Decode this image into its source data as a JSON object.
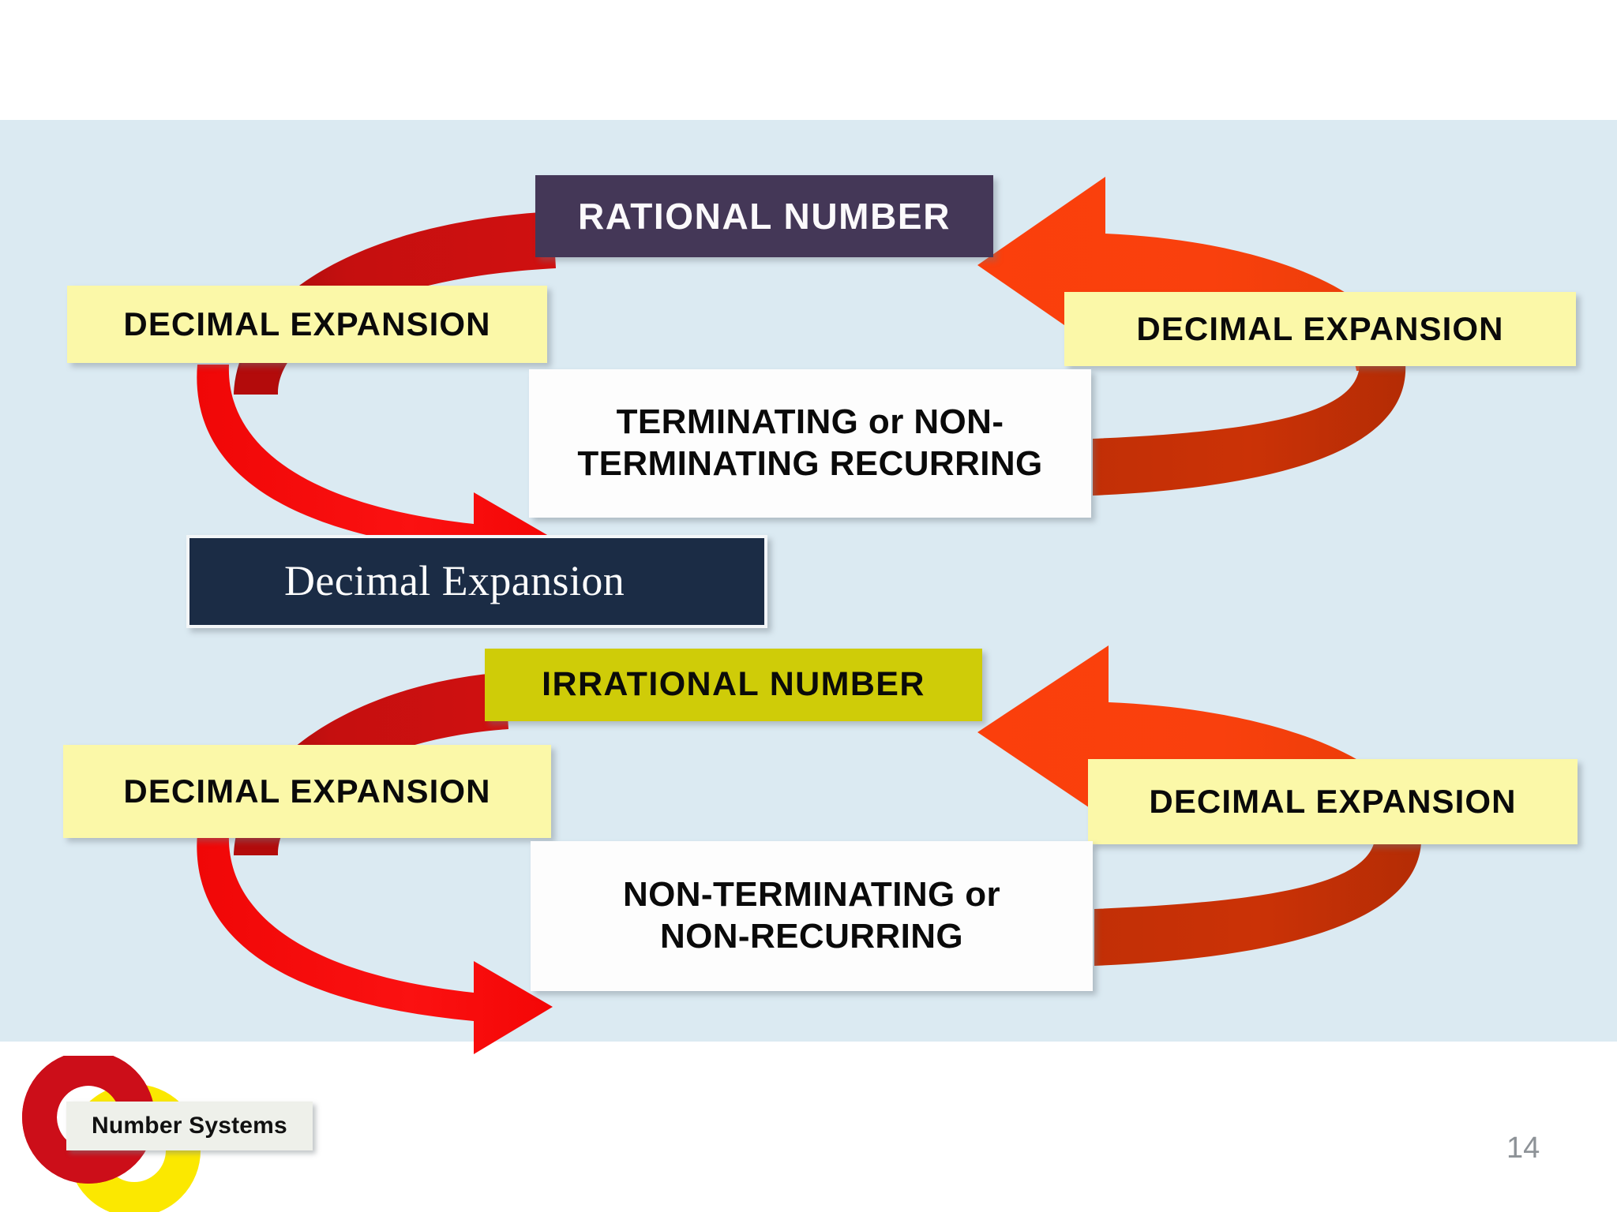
{
  "slide": {
    "page_number": "14",
    "background_color": "#ffffff",
    "band_color": "#dbeaf2"
  },
  "diagram": {
    "title_rational": "RATIONAL NUMBER",
    "title_irrational": "IRRATIONAL NUMBER",
    "center_label": "Decimal Expansion",
    "decimal_expansion_top_left": "DECIMAL EXPANSION",
    "decimal_expansion_top_right": "DECIMAL EXPANSION",
    "decimal_expansion_bottom_left": "DECIMAL EXPANSION",
    "decimal_expansion_bottom_right": "DECIMAL EXPANSION",
    "result_rational_line1": "TERMINATING or NON-",
    "result_rational_line2": "TERMINATING RECURRING",
    "result_irrational_line1": "NON-TERMINATING or",
    "result_irrational_line2": "NON-RECURRING",
    "colors": {
      "rational_box": "#443757",
      "irrational_box": "#cfcc08",
      "chip_yellow": "#fbf8a8",
      "navy_box": "#1b2c45",
      "arrow_dark_red": "#c10d0d",
      "arrow_bright_red": "#fb0a0a",
      "arrow_orange_red": "#f63d0c",
      "arrow_brick_red": "#cb3206"
    }
  },
  "footer": {
    "logo_label": "Number Systems",
    "logo_ring_red": "#cc0e19",
    "logo_ring_yellow": "#fbe800"
  }
}
